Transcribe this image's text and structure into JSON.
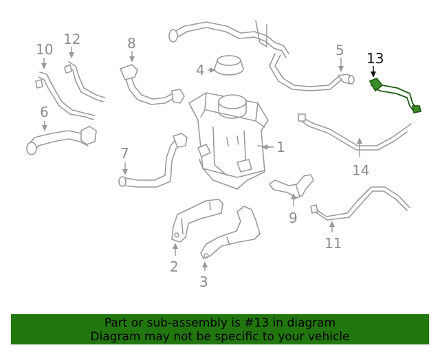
{
  "diagram": {
    "callouts": {
      "c1": "1",
      "c2": "2",
      "c3": "3",
      "c4": "4",
      "c5": "5",
      "c6": "6",
      "c7": "7",
      "c8": "8",
      "c9": "9",
      "c10": "10",
      "c11": "11",
      "c12": "12",
      "c13": "13",
      "c14": "14"
    },
    "highlighted_part": "13"
  },
  "banner": {
    "line1": "Part or sub-assembly is #13 in diagram",
    "line2": "Diagram may not be specific to your vehicle"
  },
  "colors": {
    "banner_bg": "#22760e",
    "highlight": "#3c8c28",
    "part_stroke": "#9a9a9a"
  }
}
